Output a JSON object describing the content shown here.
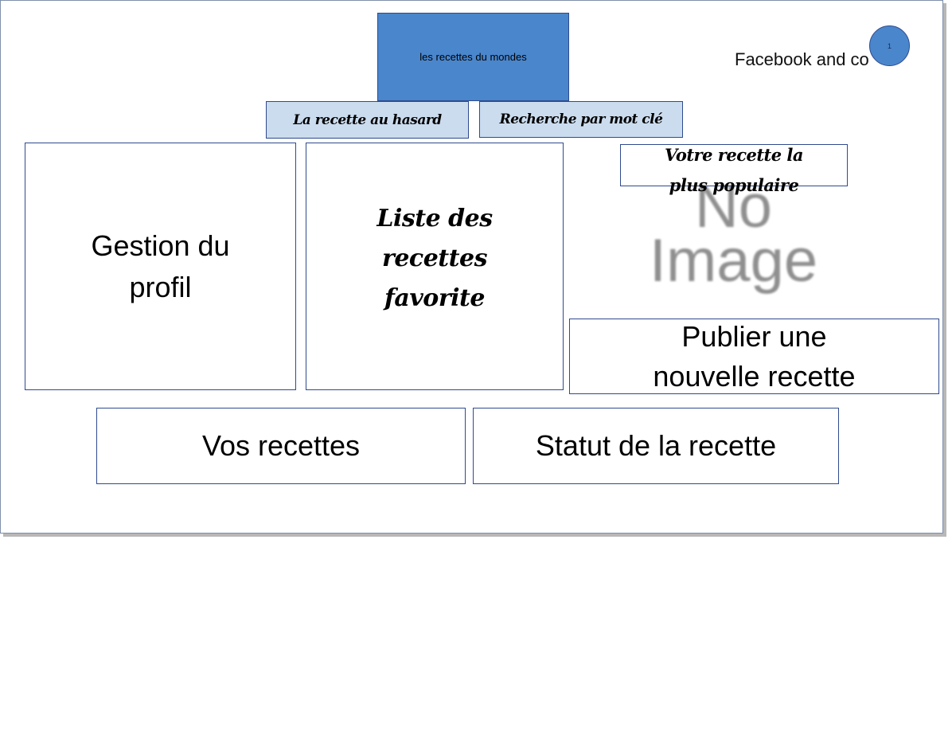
{
  "header": {
    "site_title": "les recettes du mondes",
    "social_label": "Facebook and co",
    "badge_number": "1"
  },
  "nav": {
    "random_recipe": "La recette au hasard",
    "keyword_search": "Recherche par mot clé"
  },
  "panels": {
    "profile": "Gestion du profil",
    "favorites": "Liste  des recettes favorite",
    "popular_title": "Votre recette la plus populaire",
    "no_image": "No Image",
    "publish": "Publier une nouvelle recette",
    "your_recipes": "Vos recettes",
    "recipe_status": "Statut de la recette"
  },
  "colors": {
    "title_fill": "#4a86cc",
    "nav_fill": "#cbdcee",
    "border": "#2f4a8f"
  }
}
